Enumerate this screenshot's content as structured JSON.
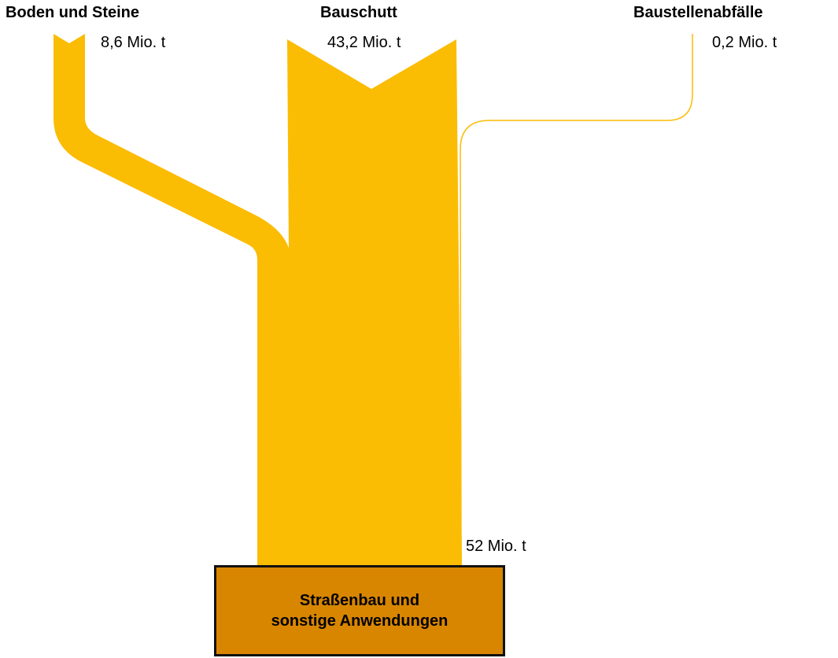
{
  "diagram": {
    "type": "sankey",
    "colors": {
      "flow": "#FBBC04",
      "target_box": "#D88600",
      "border": "#111111"
    },
    "sources": [
      {
        "name": "Boden und Steine",
        "amount": "8,6 Mio. t",
        "value": 8.6
      },
      {
        "name": "Bauschutt",
        "amount": "43,2 Mio. t",
        "value": 43.2
      },
      {
        "name": "Baustellenabfälle",
        "amount": "0,2 Mio. t",
        "value": 0.2
      }
    ],
    "target": {
      "name_line1": "Straßenbau und",
      "name_line2": "sonstige Anwendungen",
      "amount": "52 Mio. t",
      "value": 52
    }
  }
}
